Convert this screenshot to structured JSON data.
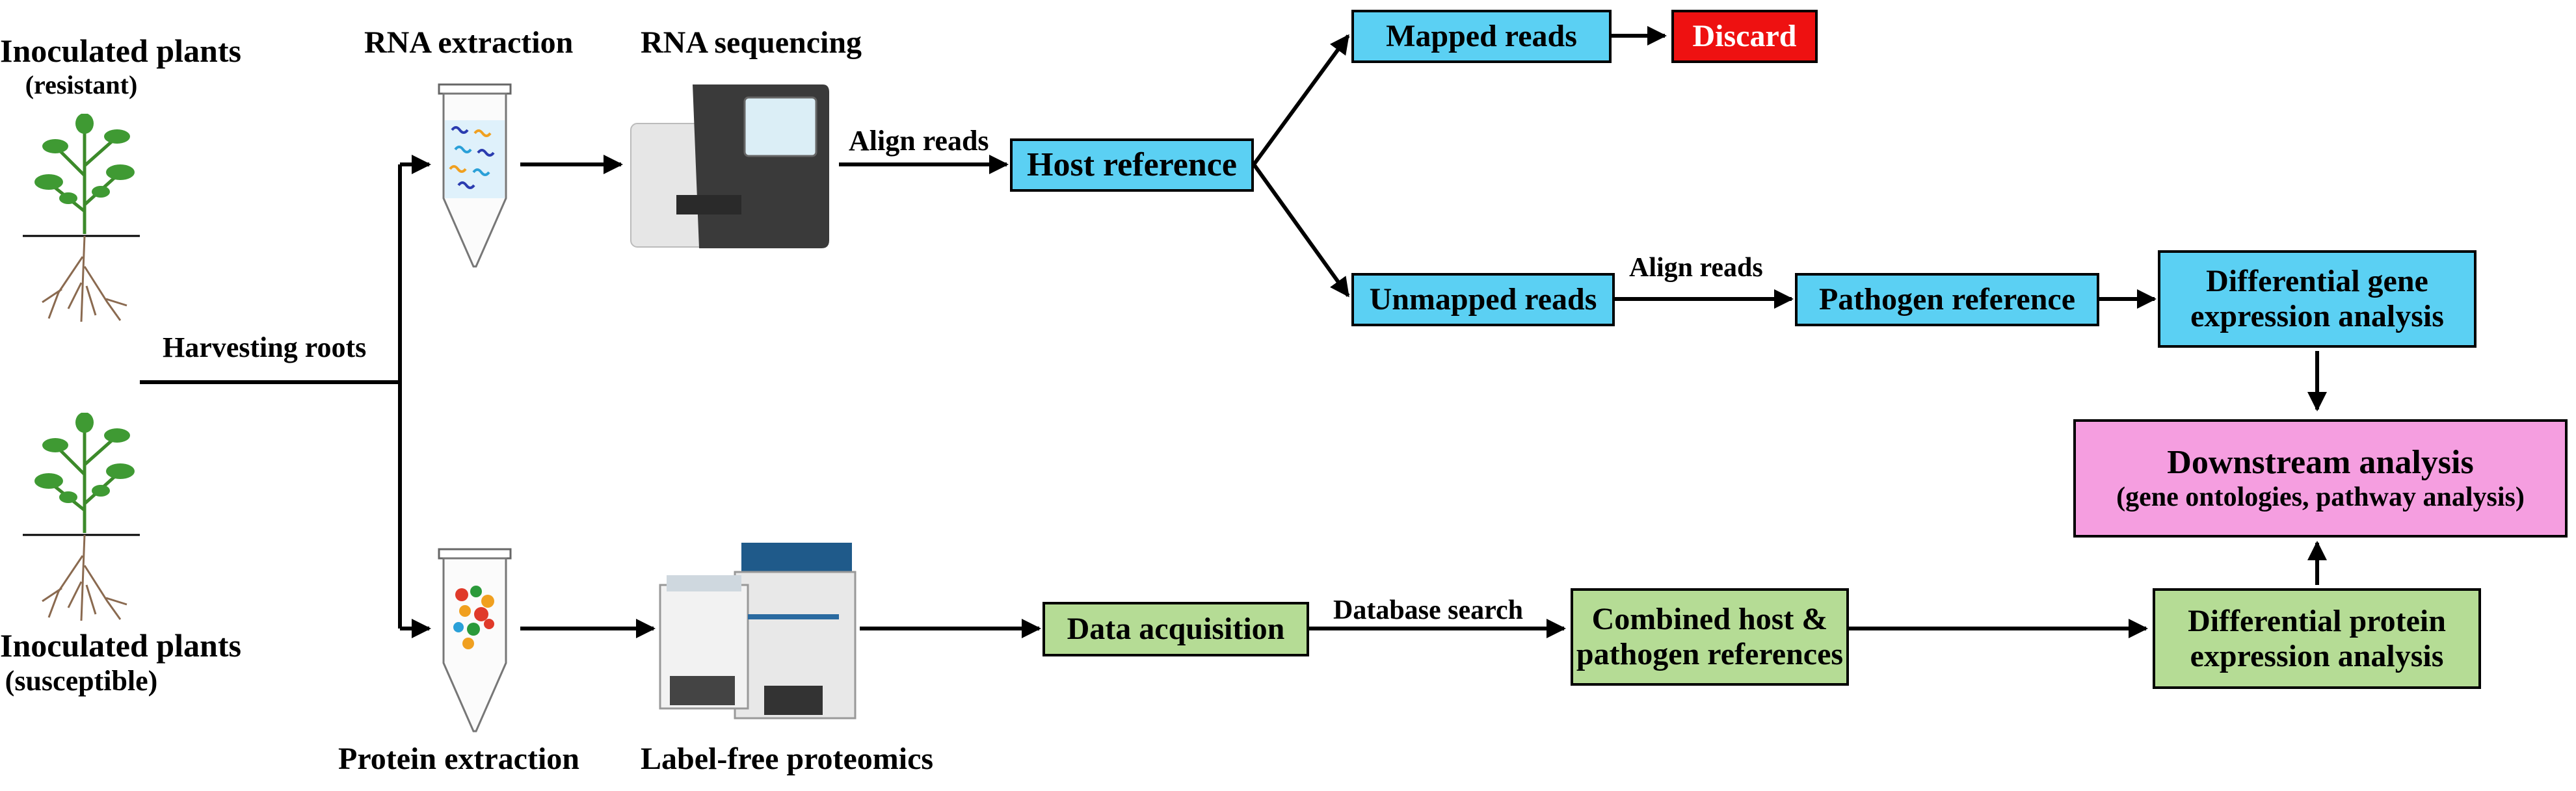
{
  "labels": {
    "plants_resistant": [
      "Inoculated plants",
      "(resistant)"
    ],
    "plants_susceptible": [
      "Inoculated plants",
      "(susceptible)"
    ],
    "harvesting": "Harvesting roots",
    "rna_extraction": "RNA extraction",
    "rna_sequencing": "RNA sequencing",
    "protein_extraction": "Protein extraction",
    "label_free": "Label-free proteomics",
    "align_reads_1": "Align reads",
    "align_reads_2": "Align reads",
    "database_search": "Database search"
  },
  "boxes": {
    "host_reference": "Host reference",
    "mapped_reads": "Mapped reads",
    "discard": "Discard",
    "unmapped_reads": "Unmapped reads",
    "pathogen_reference": "Pathogen reference",
    "diff_gene": [
      "Differential gene",
      "expression analysis"
    ],
    "downstream": [
      "Downstream analysis",
      "(gene ontologies, pathway analysis)"
    ],
    "data_acquisition": "Data acquisition",
    "combined_refs": [
      "Combined host &",
      "pathogen references"
    ],
    "diff_protein": [
      "Differential protein",
      "expression analysis"
    ]
  },
  "colors": {
    "rna_path": "#5bd0f3",
    "discard": "#ee1111",
    "protein_path": "#b5dc95",
    "downstream": "#f59ee0"
  },
  "icons": [
    "tomato-plant-icon",
    "rna-tube-icon",
    "sequencer-icon",
    "protein-tube-icon",
    "mass-spectrometer-icon"
  ]
}
